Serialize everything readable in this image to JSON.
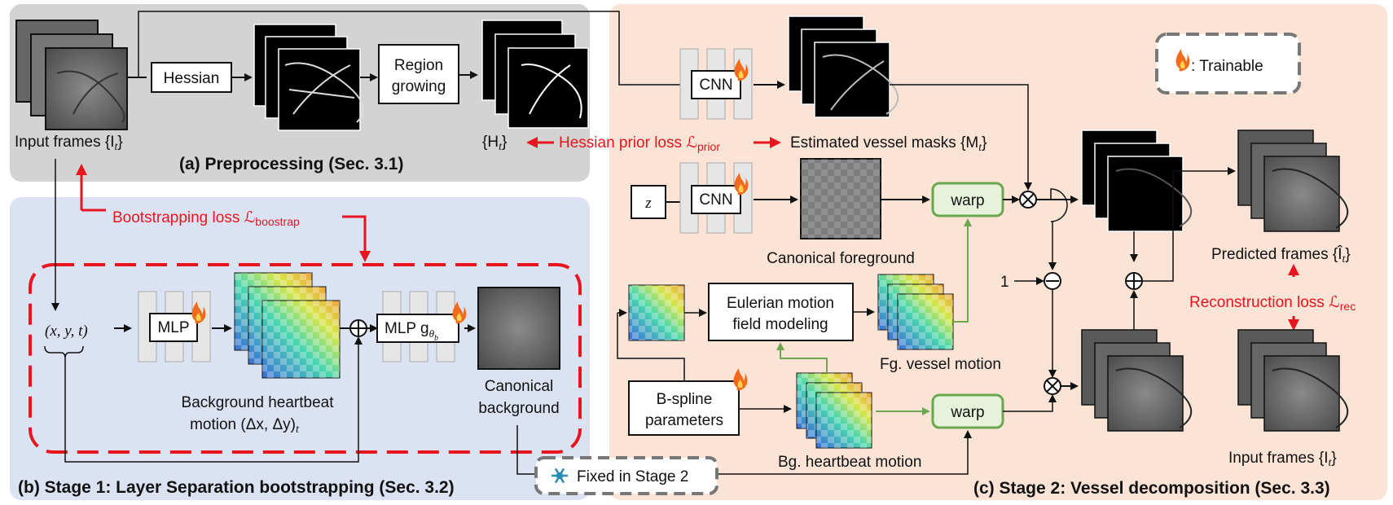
{
  "panels": {
    "preprocessing_title": "(a) Preprocessing (Sec. 3.1)",
    "stage1_title": "(b) Stage 1: Layer Separation bootstrapping (Sec. 3.2)",
    "stage2_title": "(c) Stage 2: Vessel decomposition (Sec. 3.3)"
  },
  "preprocessing": {
    "input_frames": "Input frames {I",
    "hessian": "Hessian",
    "region_growing_1": "Region",
    "region_growing_2": "growing",
    "h_label": "{H",
    "hessian_prior_loss": "Hessian prior loss ℒ",
    "prior_sub": "prior"
  },
  "stage1": {
    "bootstrap_loss": "Bootstrapping loss ℒ",
    "bootstrap_sub": "boostrap",
    "coords": "(x, y, t)",
    "mlp1": "MLP",
    "mlp2": "MLP g",
    "bg_motion_1": "Background heartbeat",
    "bg_motion_2": "motion (Δx, Δy)",
    "canonical_bg_1": "Canonical",
    "canonical_bg_2": "background"
  },
  "stage2": {
    "trainable": ": Trainable",
    "cnn_top": "CNN",
    "cnn_mid": "CNN",
    "z": "z",
    "estimated_masks": "Estimated vessel masks {M",
    "canonical_fg": "Canonical foreground",
    "warp_top": "warp",
    "warp_bottom": "warp",
    "eulerian_1": "Eulerian motion",
    "eulerian_2": "field modeling",
    "fg_motion": "Fg. vessel motion",
    "bspline_1": "B-spline",
    "bspline_2": "parameters",
    "bg_heartbeat": "Bg. heartbeat motion",
    "one": "1",
    "predicted_frames": "Predicted frames {Î",
    "reconstruction_loss": "Reconstruction loss ℒ",
    "rec_sub": "rec",
    "input_frames": "Input frames {I",
    "fixed_stage2": "Fixed in Stage 2"
  },
  "colors": {
    "gray_panel": "#d3d3d3",
    "blue_panel": "#dbe3f3",
    "orange_panel": "#fbe3d6",
    "red": "#e8141e",
    "warp_green": "#6aa84f",
    "warp_fill": "#e6f2d9"
  }
}
